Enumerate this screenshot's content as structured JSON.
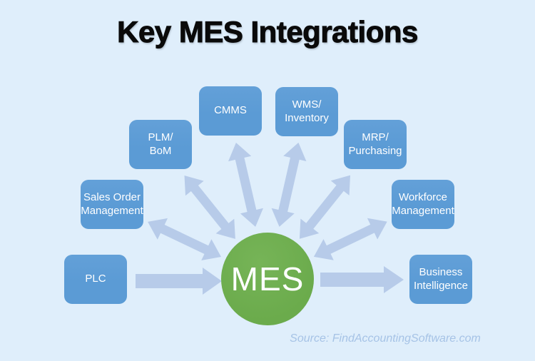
{
  "title": "Key MES Integrations",
  "hub": {
    "label": "MES"
  },
  "nodes": [
    {
      "id": "plc",
      "label": "PLC"
    },
    {
      "id": "sales-order-management",
      "label": "Sales Order\nManagement"
    },
    {
      "id": "plm-bom",
      "label": "PLM/\nBoM"
    },
    {
      "id": "cmms",
      "label": "CMMS"
    },
    {
      "id": "wms-inventory",
      "label": "WMS/\nInventory"
    },
    {
      "id": "mrp-purchasing",
      "label": "MRP/\nPurchasing"
    },
    {
      "id": "workforce-management",
      "label": "Workforce\nManagement"
    },
    {
      "id": "business-intelligence",
      "label": "Business\nIntelligence"
    }
  ],
  "source": "Source: FindAccountingSoftware.com",
  "colors": {
    "background": "#dfeefb",
    "node": "#5b9bd5",
    "node_text": "#ffffff",
    "hub": "#6bab4c",
    "arrow": "#b7cbe9",
    "title": "#0a0a0a",
    "source_text": "#a6c3e6"
  }
}
